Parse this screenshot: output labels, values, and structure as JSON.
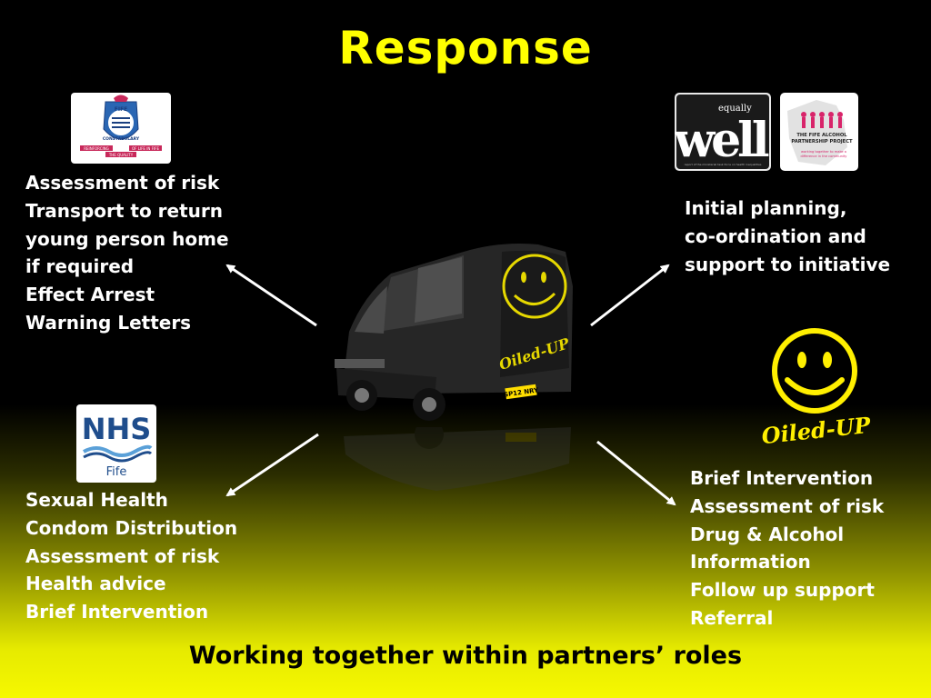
{
  "title": "Response",
  "blocks": {
    "police": [
      "Assessment of risk",
      "Transport to return",
      "young person home",
      "if required",
      "Effect Arrest",
      "Warning Letters"
    ],
    "planning": [
      "Initial planning,",
      "co-ordination and",
      "support to initiative"
    ],
    "nhs": [
      "Sexual Health",
      "Condom Distribution",
      "Assessment of risk",
      "Health advice",
      "Brief Intervention"
    ],
    "oiled": [
      "Brief Intervention",
      "Assessment of risk",
      "Drug & Alcohol",
      "Information",
      "Follow up support",
      "Referral"
    ]
  },
  "logos": {
    "fife_constabulary": {
      "top": "FIFE",
      "middle": "CONSTABULARY",
      "ribbon_left": "REINFORCING",
      "ribbon_right": "OF LIFE IN FIFE",
      "ribbon_bottom": "THE QUALITY"
    },
    "equally_well": {
      "small": "equally",
      "big": "well",
      "caption": "report of the ministerial task force on health inequalities"
    },
    "alcohol_partnership": {
      "line1": "THE FIFE ALCOHOL",
      "line2": "PARTNERSHIP PROJECT",
      "tag1": "working together to make a",
      "tag2": "difference in the community"
    },
    "nhs_fife": {
      "nhs": "NHS",
      "fife": "Fife"
    },
    "oiled_up": {
      "text": "Oiled-UP"
    },
    "van": {
      "side_text": "Oiled-UP",
      "plate": "SP12 NRY"
    }
  },
  "footer": "Working together within partners’ roles",
  "colors": {
    "accent": "#ffff00",
    "text": "#ffffff",
    "footer": "#000000"
  },
  "icons": [
    "arrow-upper-left-icon",
    "arrow-upper-right-icon",
    "arrow-lower-left-icon",
    "arrow-lower-right-icon",
    "smiley-face-icon"
  ]
}
